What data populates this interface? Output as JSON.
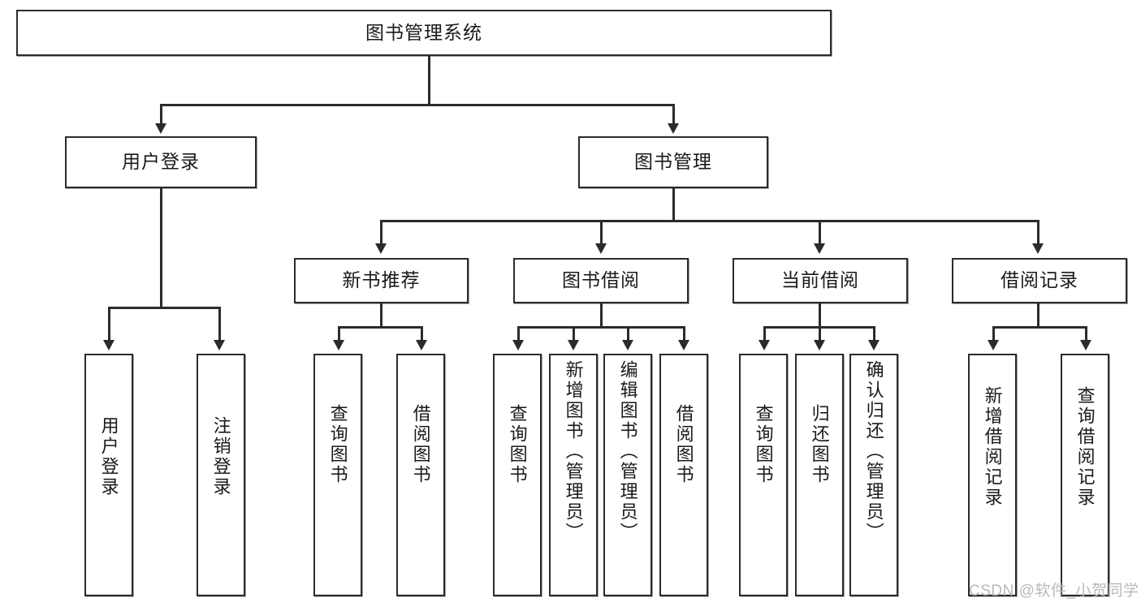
{
  "diagram": {
    "type": "tree-hierarchy-chart",
    "title": "图书管理系统",
    "root": {
      "label": "图书管理系统"
    },
    "level1": [
      {
        "label": "用户登录"
      },
      {
        "label": "图书管理"
      }
    ],
    "level2": [
      {
        "label": "新书推荐"
      },
      {
        "label": "图书借阅"
      },
      {
        "label": "当前借阅"
      },
      {
        "label": "借阅记录"
      }
    ],
    "leaves": {
      "user_login": [
        {
          "label": "用户登录"
        },
        {
          "label": "注销登录"
        }
      ],
      "new_book_recommend": [
        {
          "label": "查询图书"
        },
        {
          "label": "借阅图书"
        }
      ],
      "book_borrow": [
        {
          "label": "查询图书"
        },
        {
          "label": "新增图书（管理员）"
        },
        {
          "label": "编辑图书（管理员）"
        },
        {
          "label": "借阅图书"
        }
      ],
      "current_borrow": [
        {
          "label": "查询图书"
        },
        {
          "label": "归还图书"
        },
        {
          "label": "确认归还（管理员）"
        }
      ],
      "borrow_record": [
        {
          "label": "新增借阅记录"
        },
        {
          "label": "查询借阅记录"
        }
      ]
    }
  },
  "watermark": {
    "text": "CSDN @软件_小贺同学"
  },
  "colors": {
    "stroke": "#2b2b2b",
    "fill": "#ffffff",
    "text": "#1a1a1a",
    "watermark": "#b9b9b9"
  }
}
